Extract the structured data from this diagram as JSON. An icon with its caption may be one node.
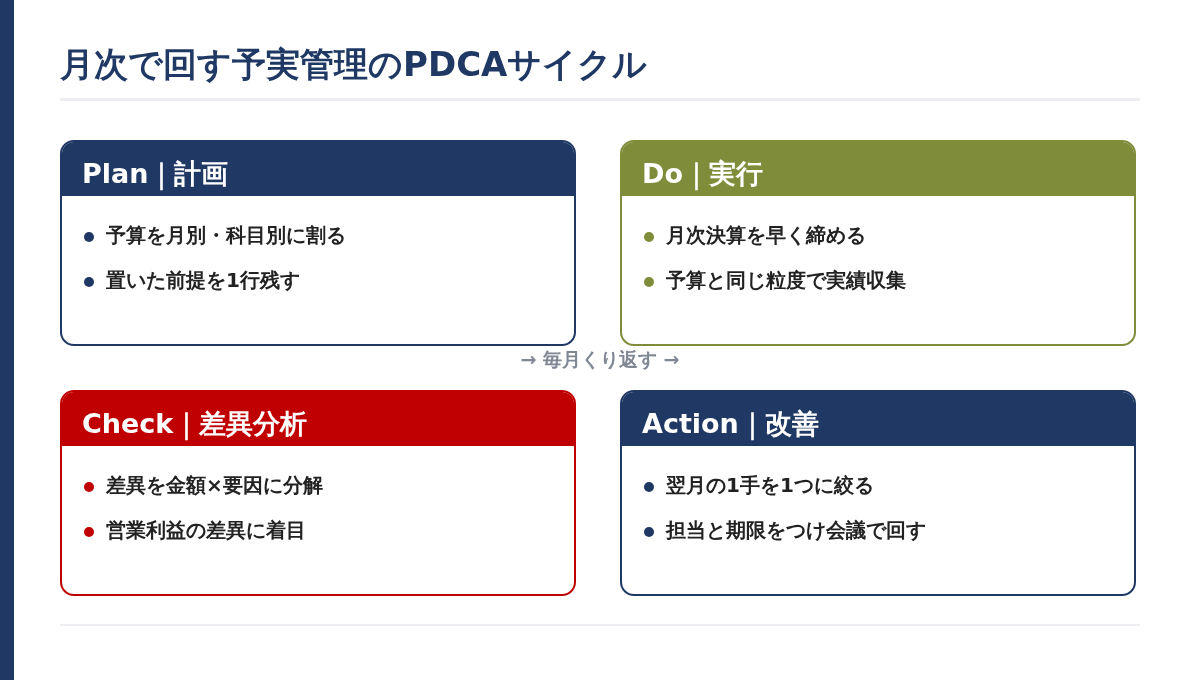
{
  "diagram": {
    "title": "月次で回す予実管理のPDCAサイクル",
    "nodes": [
      {
        "text": [
          "Plan｜計画",
          "予算を月別・科目別に割る",
          "置いた前提を1行残す"
        ]
      },
      {
        "text": [
          "Do｜実行",
          "月次決算を早く締める",
          "予算と同じ粒度で実績収集"
        ]
      },
      {
        "text": [
          "Check｜差異分析",
          "差異を金額×要因に分解",
          "営業利益の差異に着目"
        ]
      },
      {
        "text": [
          "Action｜改善",
          "翌月の1手を1つに絞る",
          "担当と期限をつけ会議で回す"
        ]
      }
    ],
    "labels": [
      "→ 毎月くり返す →"
    ]
  }
}
